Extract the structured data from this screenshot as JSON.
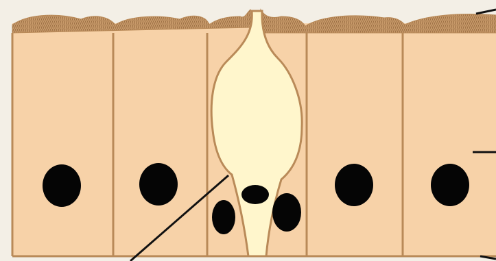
{
  "figure": {
    "kind": "simple-columnar-epithelium-with-goblet-cell",
    "labels": [],
    "colors": {
      "background": "#f3efe6",
      "cell_fill": "#f7d2a8",
      "cell_border": "#b98a58",
      "microvilli": "#c89a6a",
      "goblet_fill": "#fff6cc",
      "goblet_border": "#b98a58",
      "nucleus": "#050505",
      "leader_line": "#111111"
    },
    "icons": [
      "leader-line",
      "nucleus"
    ]
  }
}
